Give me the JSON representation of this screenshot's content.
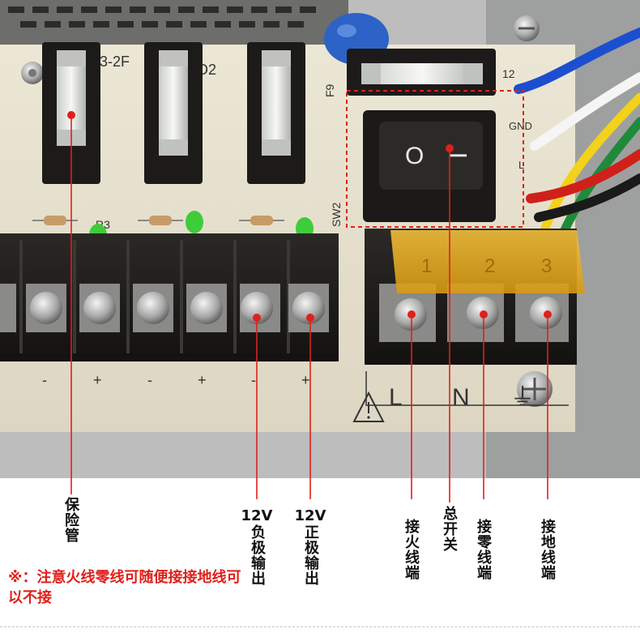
{
  "photo": {
    "pcb_text": {
      "f9": "F9",
      "sw2": "SW2",
      "r3": "R3",
      "f3_2f": "F3-2F",
      "co2": "CO2",
      "gnd": "GND",
      "l_mark": "L",
      "twelve": "12"
    },
    "terminal_numbers": [
      "1",
      "2",
      "3"
    ],
    "polarity_marks": [
      "-",
      "+",
      "-",
      "+",
      "-",
      "+"
    ],
    "terminal_letters": [
      "L",
      "N",
      "⏚"
    ],
    "switch_symbols": {
      "off": "O",
      "on": "I"
    }
  },
  "labels": {
    "fuse": "保险管",
    "neg_voltage": "12V",
    "neg_text": "负极输出",
    "pos_voltage": "12V",
    "pos_text": "正极输出",
    "live": "接火线端",
    "main_switch": "总开关",
    "neutral": "接零线端",
    "ground": "接地线端"
  },
  "note": "※：注意火线零线可随便接接地线可以不接",
  "colors": {
    "callout": "#e0201a",
    "pcb": "#e9e4d2",
    "terminal_block": "#1e1c1a",
    "cover": "#f2b21a",
    "wire_blue": "#1c4fd0",
    "wire_yellow": "#f2d21a",
    "wire_green": "#1f8a3a",
    "wire_red": "#d0201a"
  }
}
